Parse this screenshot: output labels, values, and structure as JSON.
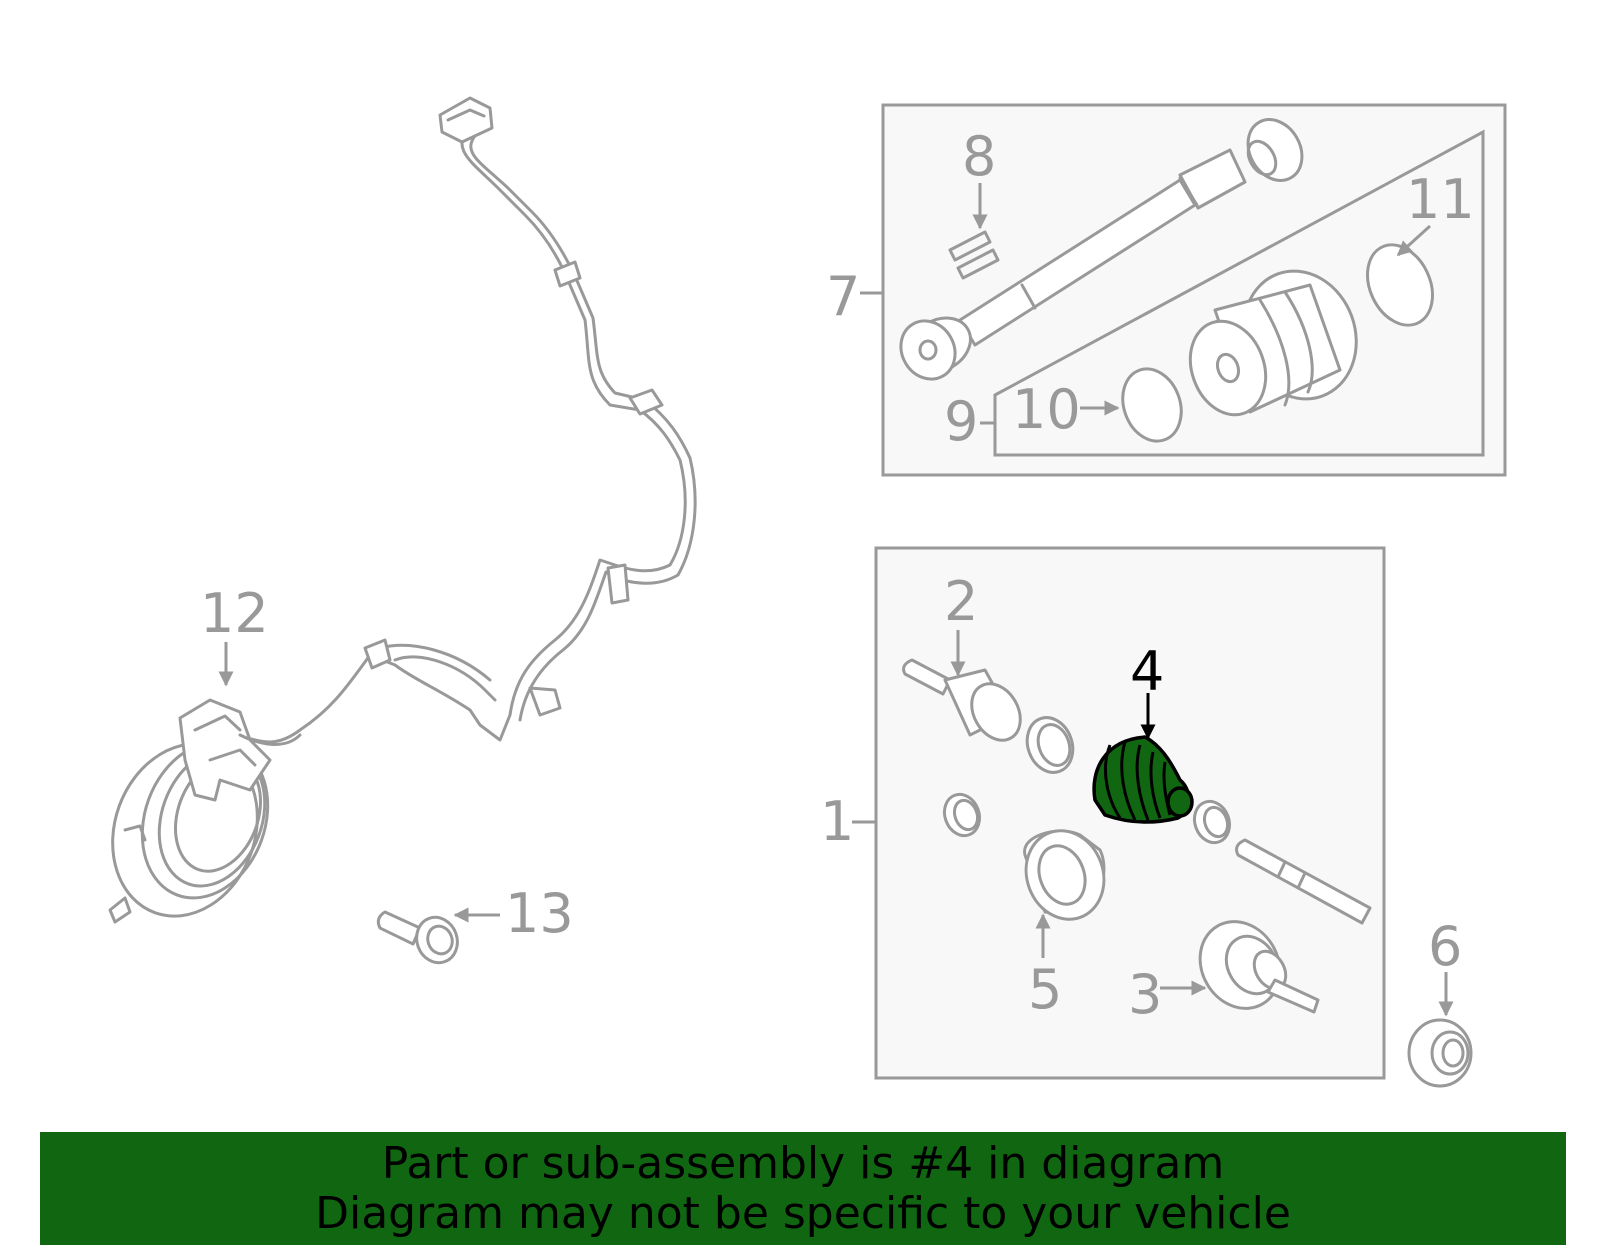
{
  "callouts": {
    "c1": "1",
    "c2": "2",
    "c3": "3",
    "c4": "4",
    "c5": "5",
    "c6": "6",
    "c7": "7",
    "c8": "8",
    "c9": "9",
    "c10": "10",
    "c11": "11",
    "c12": "12",
    "c13": "13"
  },
  "highlighted_part": "4",
  "colors": {
    "highlight": "#116611",
    "line": "#999999",
    "banner": "#116611"
  },
  "banner": {
    "line1": "Part or sub-assembly is #4 in diagram",
    "line2": "Diagram may not be specific to your vehicle"
  }
}
